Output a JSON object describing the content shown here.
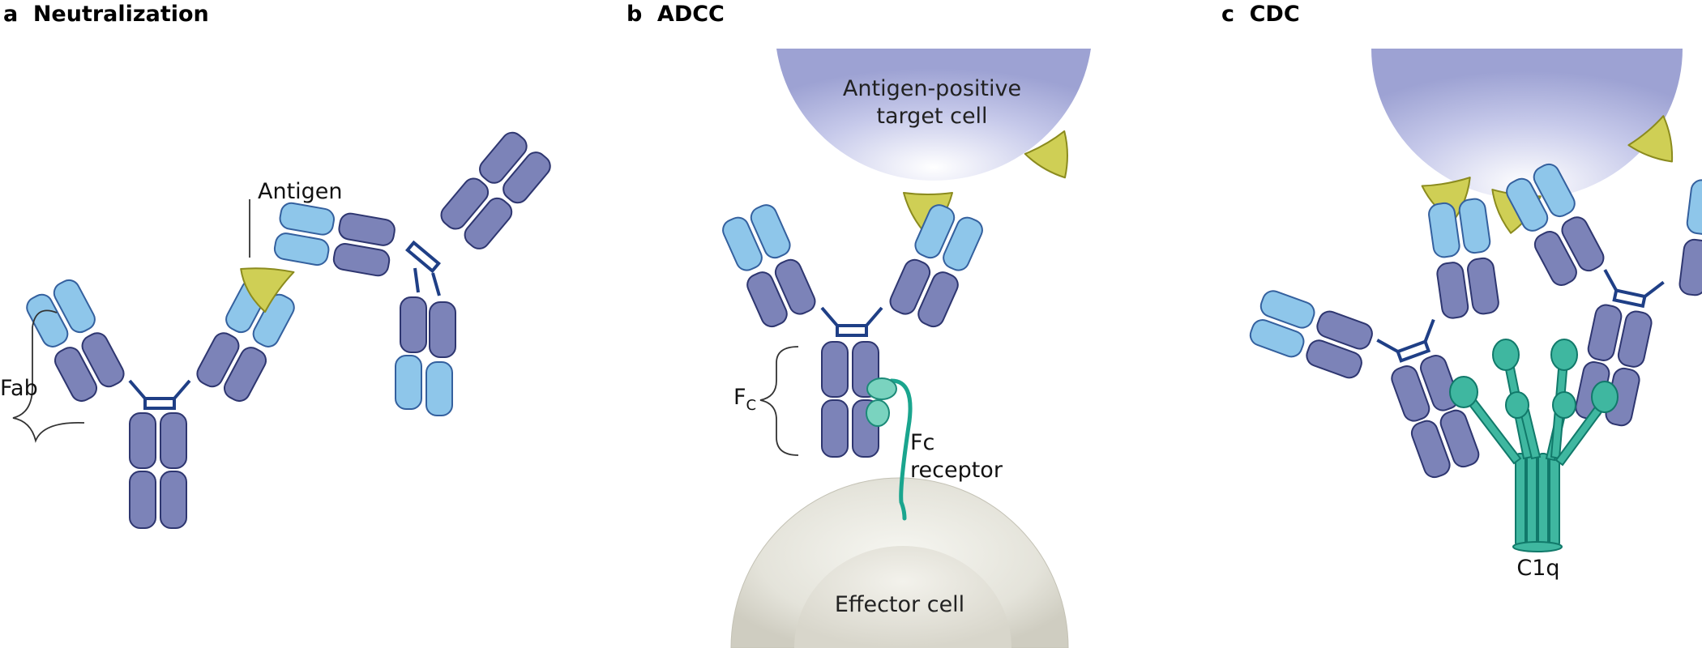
{
  "panels": [
    {
      "letter": "a",
      "title": "Neutralization"
    },
    {
      "letter": "b",
      "title": "ADCC"
    },
    {
      "letter": "c",
      "title": "CDC"
    }
  ],
  "labels": {
    "antigen": "Antigen",
    "fab": "Fab",
    "fc_main": "F",
    "fc_sub": "C",
    "fc_receptor_line1": "Fc",
    "fc_receptor_line2": "receptor",
    "target_cell_line1": "Antigen-positive",
    "target_cell_line2": "target cell",
    "effector_cell": "Effector cell",
    "c1q": "C1q"
  },
  "colors": {
    "heavy_chain": "#7c83b8",
    "light_chain": "#8ec6ea",
    "antigen": "#cfcf55",
    "complement": "#3fb7a0",
    "target_cell": "#c3c6e8",
    "effector_cell": "#e2e1d8"
  }
}
